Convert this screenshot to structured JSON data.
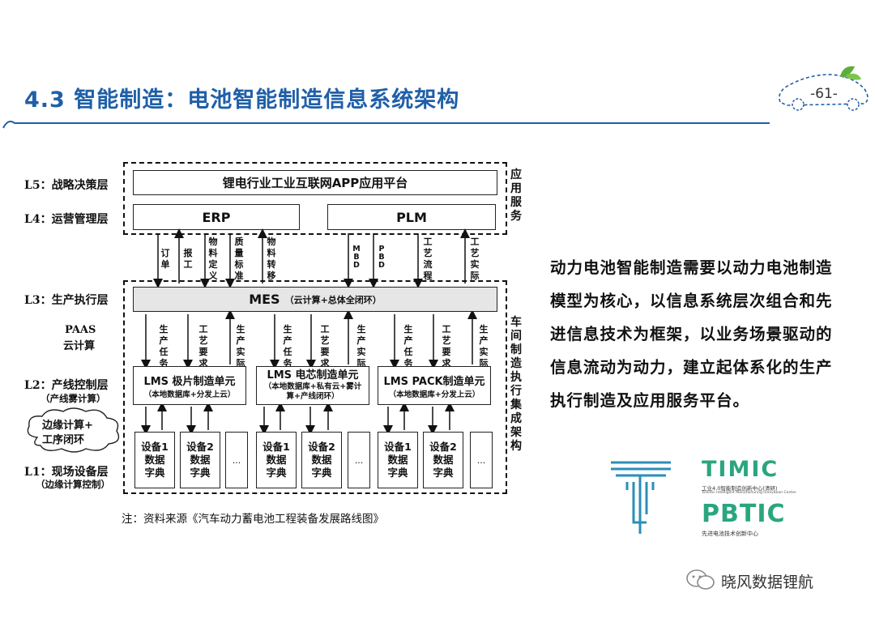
{
  "slide": {
    "title": "4.3 智能制造：电池智能制造信息系统架构",
    "page_number": "-61-",
    "description": "动力电池智能制造需要以动力电池制造模型为核心，以信息系统层次组合和先进信息技术为框架，以业务场景驱动的信息流动为动力，建立起体系化的生产执行制造及应用服务平台。",
    "note": "注：资料来源《汽车动力蓄电池工程装备发展路线图》",
    "wechat_account": "晓风数据锂航"
  },
  "diagram": {
    "levels": {
      "l5": "L5：战略决策层",
      "l4": "L4：运营管理层",
      "l3": "L3：生产执行层",
      "paas_line1": "PAAS",
      "paas_line2": "云计算",
      "l2": "L2：产线控制层",
      "l2_sub": "（产线雾计算）",
      "cloud_line1": "边缘计算+",
      "cloud_line2": "工序闭环",
      "l1": "L1：现场设备层",
      "l1_sub": "（边缘计算控制）"
    },
    "app_platform": "锂电行业工业互联网APP应用平台",
    "erp": "ERP",
    "plm": "PLM",
    "side_app_service": "应用服务",
    "side_workshop": "车间制造执行集成架构",
    "erp_links": [
      "订单",
      "报工",
      "物料定义",
      "质量标准",
      "物料转移"
    ],
    "plm_links": [
      "MBD",
      "PBD",
      "工艺流程",
      "工艺实际"
    ],
    "mes_main": "MES",
    "mes_sub": "（云计算+总体全闭环）",
    "mes_links": [
      "生产任务",
      "工艺要求",
      "生产实际"
    ],
    "lms_units": [
      {
        "title": "LMS 极片制造单元",
        "sub": "（本地数据库+分发上云）"
      },
      {
        "title": "LMS 电芯制造单元",
        "sub": "（本地数据库+私有云+雾计算+产线闭环）"
      },
      {
        "title": "LMS PACK制造单元",
        "sub": "（本地数据库+分发上云）"
      }
    ],
    "devices": [
      "设备1数据字典",
      "设备2数据字典",
      "..."
    ],
    "logos": {
      "timic": "TIMIC",
      "timic_sub": "工业4.0智能制造创新中心(清研)",
      "timic_sub_en": "Tsientic Intelligent Manufacturing Innovation Center",
      "pbtic": "PBTIC",
      "pbtic_sub": "先进电池技术创新中心"
    }
  }
}
